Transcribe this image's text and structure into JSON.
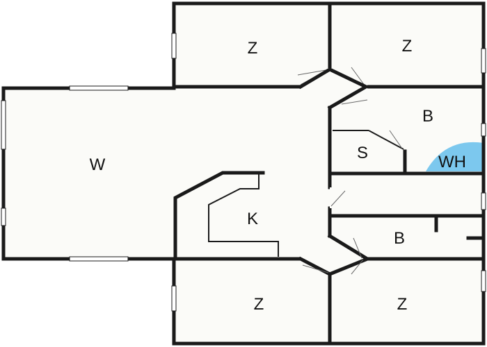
{
  "rooms": {
    "z_top_left": "Z",
    "z_top_right": "Z",
    "living": "W",
    "bath_top": "B",
    "storage": "S",
    "water_heater": "WH",
    "kitchen": "K",
    "bath_bottom": "B",
    "z_bottom_left": "Z",
    "z_bottom_right": "Z"
  },
  "colors": {
    "water_heater": "#7cc8ee",
    "walls": "#1a1a1a",
    "floor": "#fbfbf8"
  }
}
